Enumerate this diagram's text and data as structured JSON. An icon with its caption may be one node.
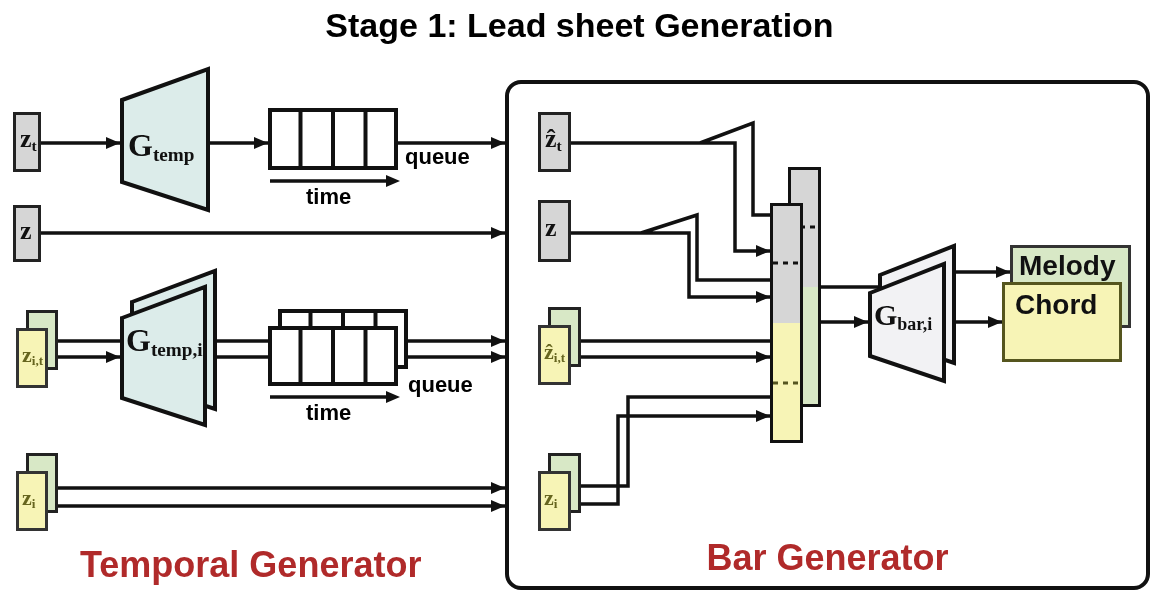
{
  "diagram": {
    "title": "Stage 1: Lead sheet Generation",
    "nodes": [
      {
        "text": [
          "z$_{t}$"
        ]
      },
      {
        "text": [
          "G$_{temp}$"
        ]
      },
      {
        "text": [],
        "shape": "box",
        "beside": [
          "queue",
          "time"
        ]
      },
      {
        "text": [
          "z"
        ]
      },
      {
        "text": [
          "z$_{i,t}$"
        ]
      },
      {
        "text": [
          "G$_{temp,i}$"
        ]
      },
      {
        "text": [],
        "shape": "box",
        "beside": [
          "queue",
          "time"
        ]
      },
      {
        "text": [
          "z$_{i}$"
        ]
      },
      {
        "text": [
          "Bar Generator"
        ]
      },
      {
        "text": [
          "ẑ$_{t}$"
        ],
        "in": 8
      },
      {
        "text": [
          "z"
        ],
        "in": 8
      },
      {
        "text": [
          "ẑ$_{i,t}$"
        ],
        "in": 8
      },
      {
        "text": [
          "z$_{i}$"
        ],
        "in": 8
      },
      {
        "text": [],
        "shape": "bar",
        "in": 8
      },
      {
        "text": [
          "G$_{bar,i}$"
        ],
        "in": 8
      },
      {
        "text": [
          "Melody"
        ],
        "in": 8
      },
      {
        "text": [
          "Chord"
        ],
        "in": 8
      }
    ],
    "edges": [
      {
        "from": 0,
        "to": 1,
        "arrow": "to"
      },
      {
        "from": 1,
        "to": 2,
        "arrow": "to"
      },
      {
        "from": 2,
        "to": 8,
        "arrow": "to"
      },
      {
        "from": 3,
        "to": 8,
        "arrow": "to"
      },
      {
        "from": 4,
        "to": 5,
        "arrow": "none"
      },
      {
        "from": 4,
        "to": 5,
        "arrow": "to"
      },
      {
        "from": 5,
        "to": 6,
        "arrow": "none"
      },
      {
        "from": 5,
        "to": 6,
        "arrow": "none"
      },
      {
        "from": 6,
        "to": 8,
        "arrow": "to"
      },
      {
        "from": 6,
        "to": 8,
        "arrow": "to"
      },
      {
        "from": 7,
        "to": 8,
        "arrow": "to"
      },
      {
        "from": 7,
        "to": 8,
        "arrow": "to"
      },
      {
        "from": 9,
        "to": 13,
        "arrow": "to"
      },
      {
        "from": 10,
        "to": 13,
        "arrow": "to"
      },
      {
        "from": 11,
        "to": 13,
        "arrow": "none"
      },
      {
        "from": 11,
        "to": 13,
        "arrow": "to"
      },
      {
        "from": 12,
        "to": 13,
        "arrow": "none"
      },
      {
        "from": 12,
        "to": 13,
        "arrow": "to"
      },
      {
        "from": 13,
        "to": 14,
        "arrow": "none"
      },
      {
        "from": 13,
        "to": 14,
        "arrow": "to"
      },
      {
        "from": 14,
        "to": 16,
        "arrow": "to"
      },
      {
        "from": 14,
        "to": 15,
        "arrow": "to"
      }
    ],
    "labels": [
      "Temporal Generator"
    ]
  }
}
